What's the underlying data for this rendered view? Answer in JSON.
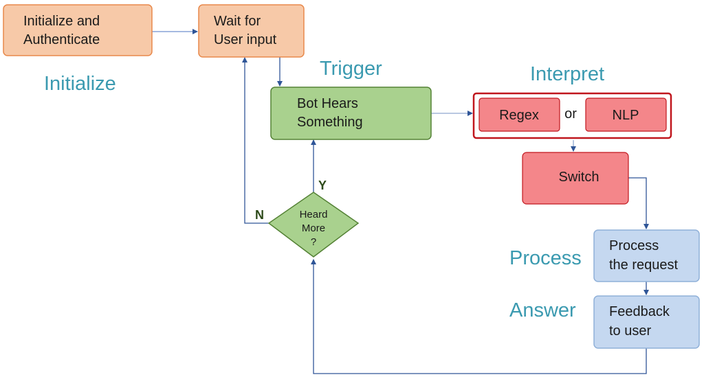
{
  "nodes": {
    "init_auth": {
      "line1": "Initialize and",
      "line2": "Authenticate"
    },
    "wait_input": {
      "line1": "Wait for",
      "line2": "User input"
    },
    "bot_hears": {
      "line1": "Bot Hears",
      "line2": "Something"
    },
    "regex": {
      "label": "Regex"
    },
    "or_text": {
      "label": "or"
    },
    "nlp": {
      "label": "NLP"
    },
    "switch": {
      "label": "Switch"
    },
    "heard_more": {
      "line1": "Heard",
      "line2": "More",
      "line3": "?"
    },
    "process": {
      "line1": "Process",
      "line2": "the request"
    },
    "feedback": {
      "line1": "Feedback",
      "line2": "to user"
    }
  },
  "stages": {
    "initialize": "Initialize",
    "trigger": "Trigger",
    "interpret": "Interpret",
    "process": "Process",
    "answer": "Answer"
  },
  "branches": {
    "yes": "Y",
    "no": "N"
  },
  "colors": {
    "orange_fill": "#f7c9a8",
    "orange_stroke": "#e8884a",
    "green_fill": "#a9d18e",
    "green_stroke": "#548235",
    "red_fill": "#f4868a",
    "red_stroke": "#c0161d",
    "blue_fill": "#c5d8f0",
    "blue_stroke": "#8fb0d8",
    "connector": "#2f5597",
    "stage_text": "#3b9ab0"
  }
}
